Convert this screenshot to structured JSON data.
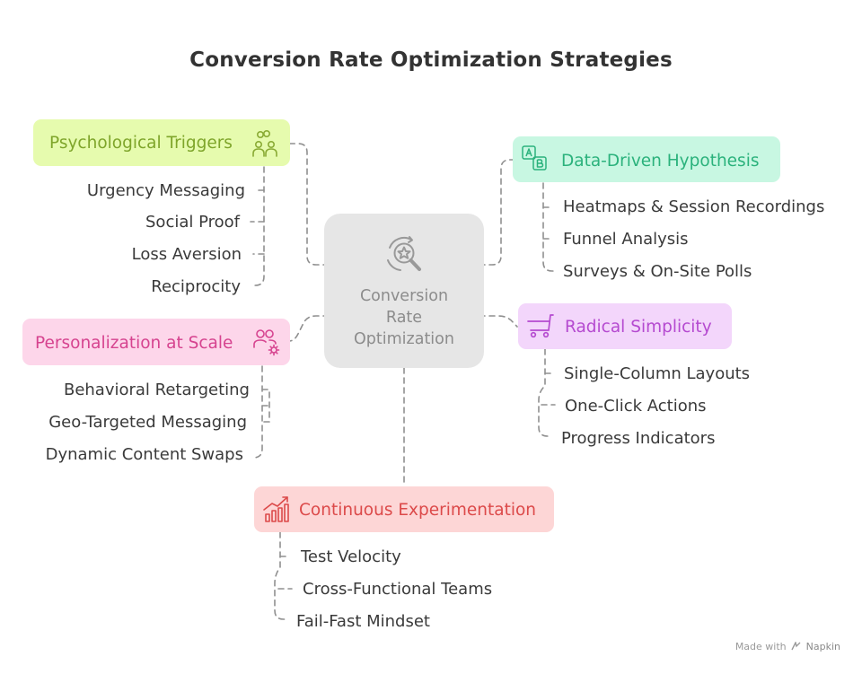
{
  "title": "Conversion Rate Optimization Strategies",
  "center": {
    "label": "Conversion\nRate\nOptimization",
    "icon": "gear-star-search-icon"
  },
  "branches": {
    "psychological": {
      "label": "Psychological Triggers",
      "icon": "people-icon",
      "bg": "#e6fbae",
      "fg": "#7ea52a",
      "items": [
        "Urgency Messaging",
        "Social Proof",
        "Loss Aversion",
        "Reciprocity"
      ]
    },
    "personalization": {
      "label": "Personalization at Scale",
      "icon": "users-gear-icon",
      "bg": "#fdd6ea",
      "fg": "#d6438f",
      "items": [
        "Behavioral Retargeting",
        "Geo-Targeted Messaging",
        "Dynamic Content Swaps"
      ]
    },
    "data_driven": {
      "label": "Data-Driven Hypothesis",
      "icon": "ab-test-icon",
      "bg": "#c8f7e2",
      "fg": "#2bb27c",
      "items": [
        "Heatmaps & Session Recordings",
        "Funnel Analysis",
        "Surveys & On-Site Polls"
      ]
    },
    "simplicity": {
      "label": "Radical Simplicity",
      "icon": "cart-icon",
      "bg": "#f3d6fb",
      "fg": "#b54ad0",
      "items": [
        "Single-Column Layouts",
        "One-Click Actions",
        "Progress Indicators"
      ]
    },
    "experimentation": {
      "label": "Continuous Experimentation",
      "icon": "growth-chart-icon",
      "bg": "#fdd6d6",
      "fg": "#dc4a4a",
      "items": [
        "Test Velocity",
        "Cross-Functional Teams",
        "Fail-Fast Mindset"
      ]
    }
  },
  "footer": {
    "made_with": "Made with",
    "brand": "Napkin"
  }
}
